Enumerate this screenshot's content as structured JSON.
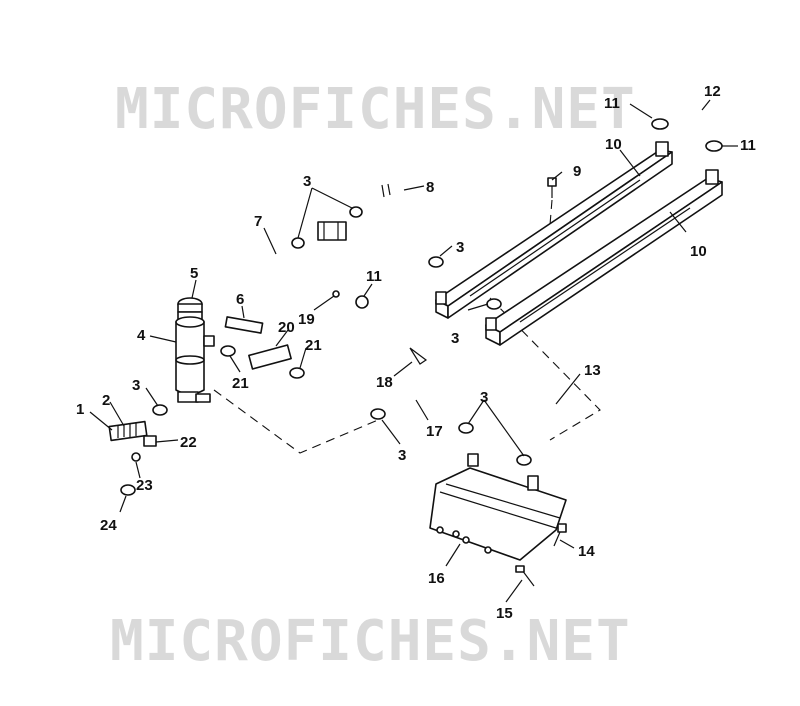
{
  "watermark": {
    "text": "MICROFICHES.NET"
  },
  "callouts": [
    {
      "id": "c-1",
      "text": "1"
    },
    {
      "id": "c-2",
      "text": "2"
    },
    {
      "id": "c-3a",
      "text": "3"
    },
    {
      "id": "c-3b",
      "text": "3"
    },
    {
      "id": "c-3c",
      "text": "3"
    },
    {
      "id": "c-3d",
      "text": "3"
    },
    {
      "id": "c-3e",
      "text": "3"
    },
    {
      "id": "c-3f",
      "text": "3"
    },
    {
      "id": "c-4",
      "text": "4"
    },
    {
      "id": "c-5",
      "text": "5"
    },
    {
      "id": "c-6",
      "text": "6"
    },
    {
      "id": "c-7",
      "text": "7"
    },
    {
      "id": "c-8",
      "text": "8"
    },
    {
      "id": "c-9",
      "text": "9"
    },
    {
      "id": "c-10a",
      "text": "10"
    },
    {
      "id": "c-10b",
      "text": "10"
    },
    {
      "id": "c-11a",
      "text": "11"
    },
    {
      "id": "c-11b",
      "text": "11"
    },
    {
      "id": "c-11c",
      "text": "11"
    },
    {
      "id": "c-12",
      "text": "12"
    },
    {
      "id": "c-13",
      "text": "13"
    },
    {
      "id": "c-14",
      "text": "14"
    },
    {
      "id": "c-15",
      "text": "15"
    },
    {
      "id": "c-16",
      "text": "16"
    },
    {
      "id": "c-17",
      "text": "17"
    },
    {
      "id": "c-18",
      "text": "18"
    },
    {
      "id": "c-19",
      "text": "19"
    },
    {
      "id": "c-20",
      "text": "20"
    },
    {
      "id": "c-21a",
      "text": "21"
    },
    {
      "id": "c-21b",
      "text": "21"
    },
    {
      "id": "c-22",
      "text": "22"
    },
    {
      "id": "c-23",
      "text": "23"
    },
    {
      "id": "c-24",
      "text": "24"
    }
  ]
}
